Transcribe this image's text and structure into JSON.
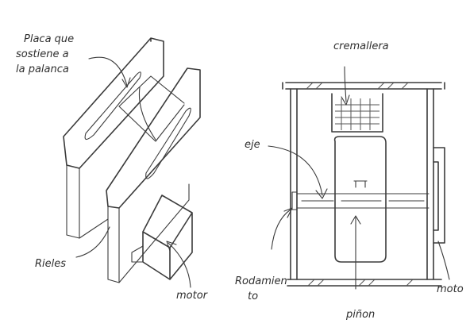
{
  "labels": {
    "plate_line1": "Placa que",
    "plate_line2": "sostiene a",
    "plate_line3": "la palanca",
    "rails": "Rieles",
    "motor_left": "motor",
    "rack": "cremallera",
    "shaft": "eje",
    "bearing_line1": "Rodamien",
    "bearing_line2": "to",
    "pinion": "piñon",
    "motor_right": "moto"
  },
  "colors": {
    "ink": "#3b3b3b",
    "paper": "#ffffff"
  }
}
